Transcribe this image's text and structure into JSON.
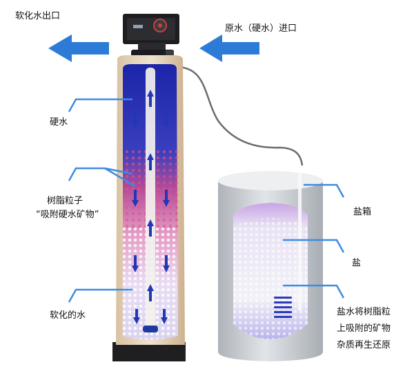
{
  "labels": {
    "soft_outlet": "软化水出口",
    "raw_inlet": "原水（硬水）进口",
    "hard_water": "硬水",
    "resin_line1": "树脂粒子",
    "resin_line2": "“吸附硬水矿物”",
    "softened_water": "软化的水",
    "brine_tank": "盐箱",
    "salt": "盐",
    "regen_line1": "盐水将树脂粒",
    "regen_line2": "上吸附的矿物",
    "regen_line3": "杂质再生还原"
  },
  "colors": {
    "arrow_blue": "#2c7bd6",
    "leader_blue": "#3d8be0",
    "resin_top": "#2b35b5",
    "resin_mid": "#c74c8e",
    "tank_gray": "#c9cdd3",
    "salt_purple": "#c19ae0"
  }
}
